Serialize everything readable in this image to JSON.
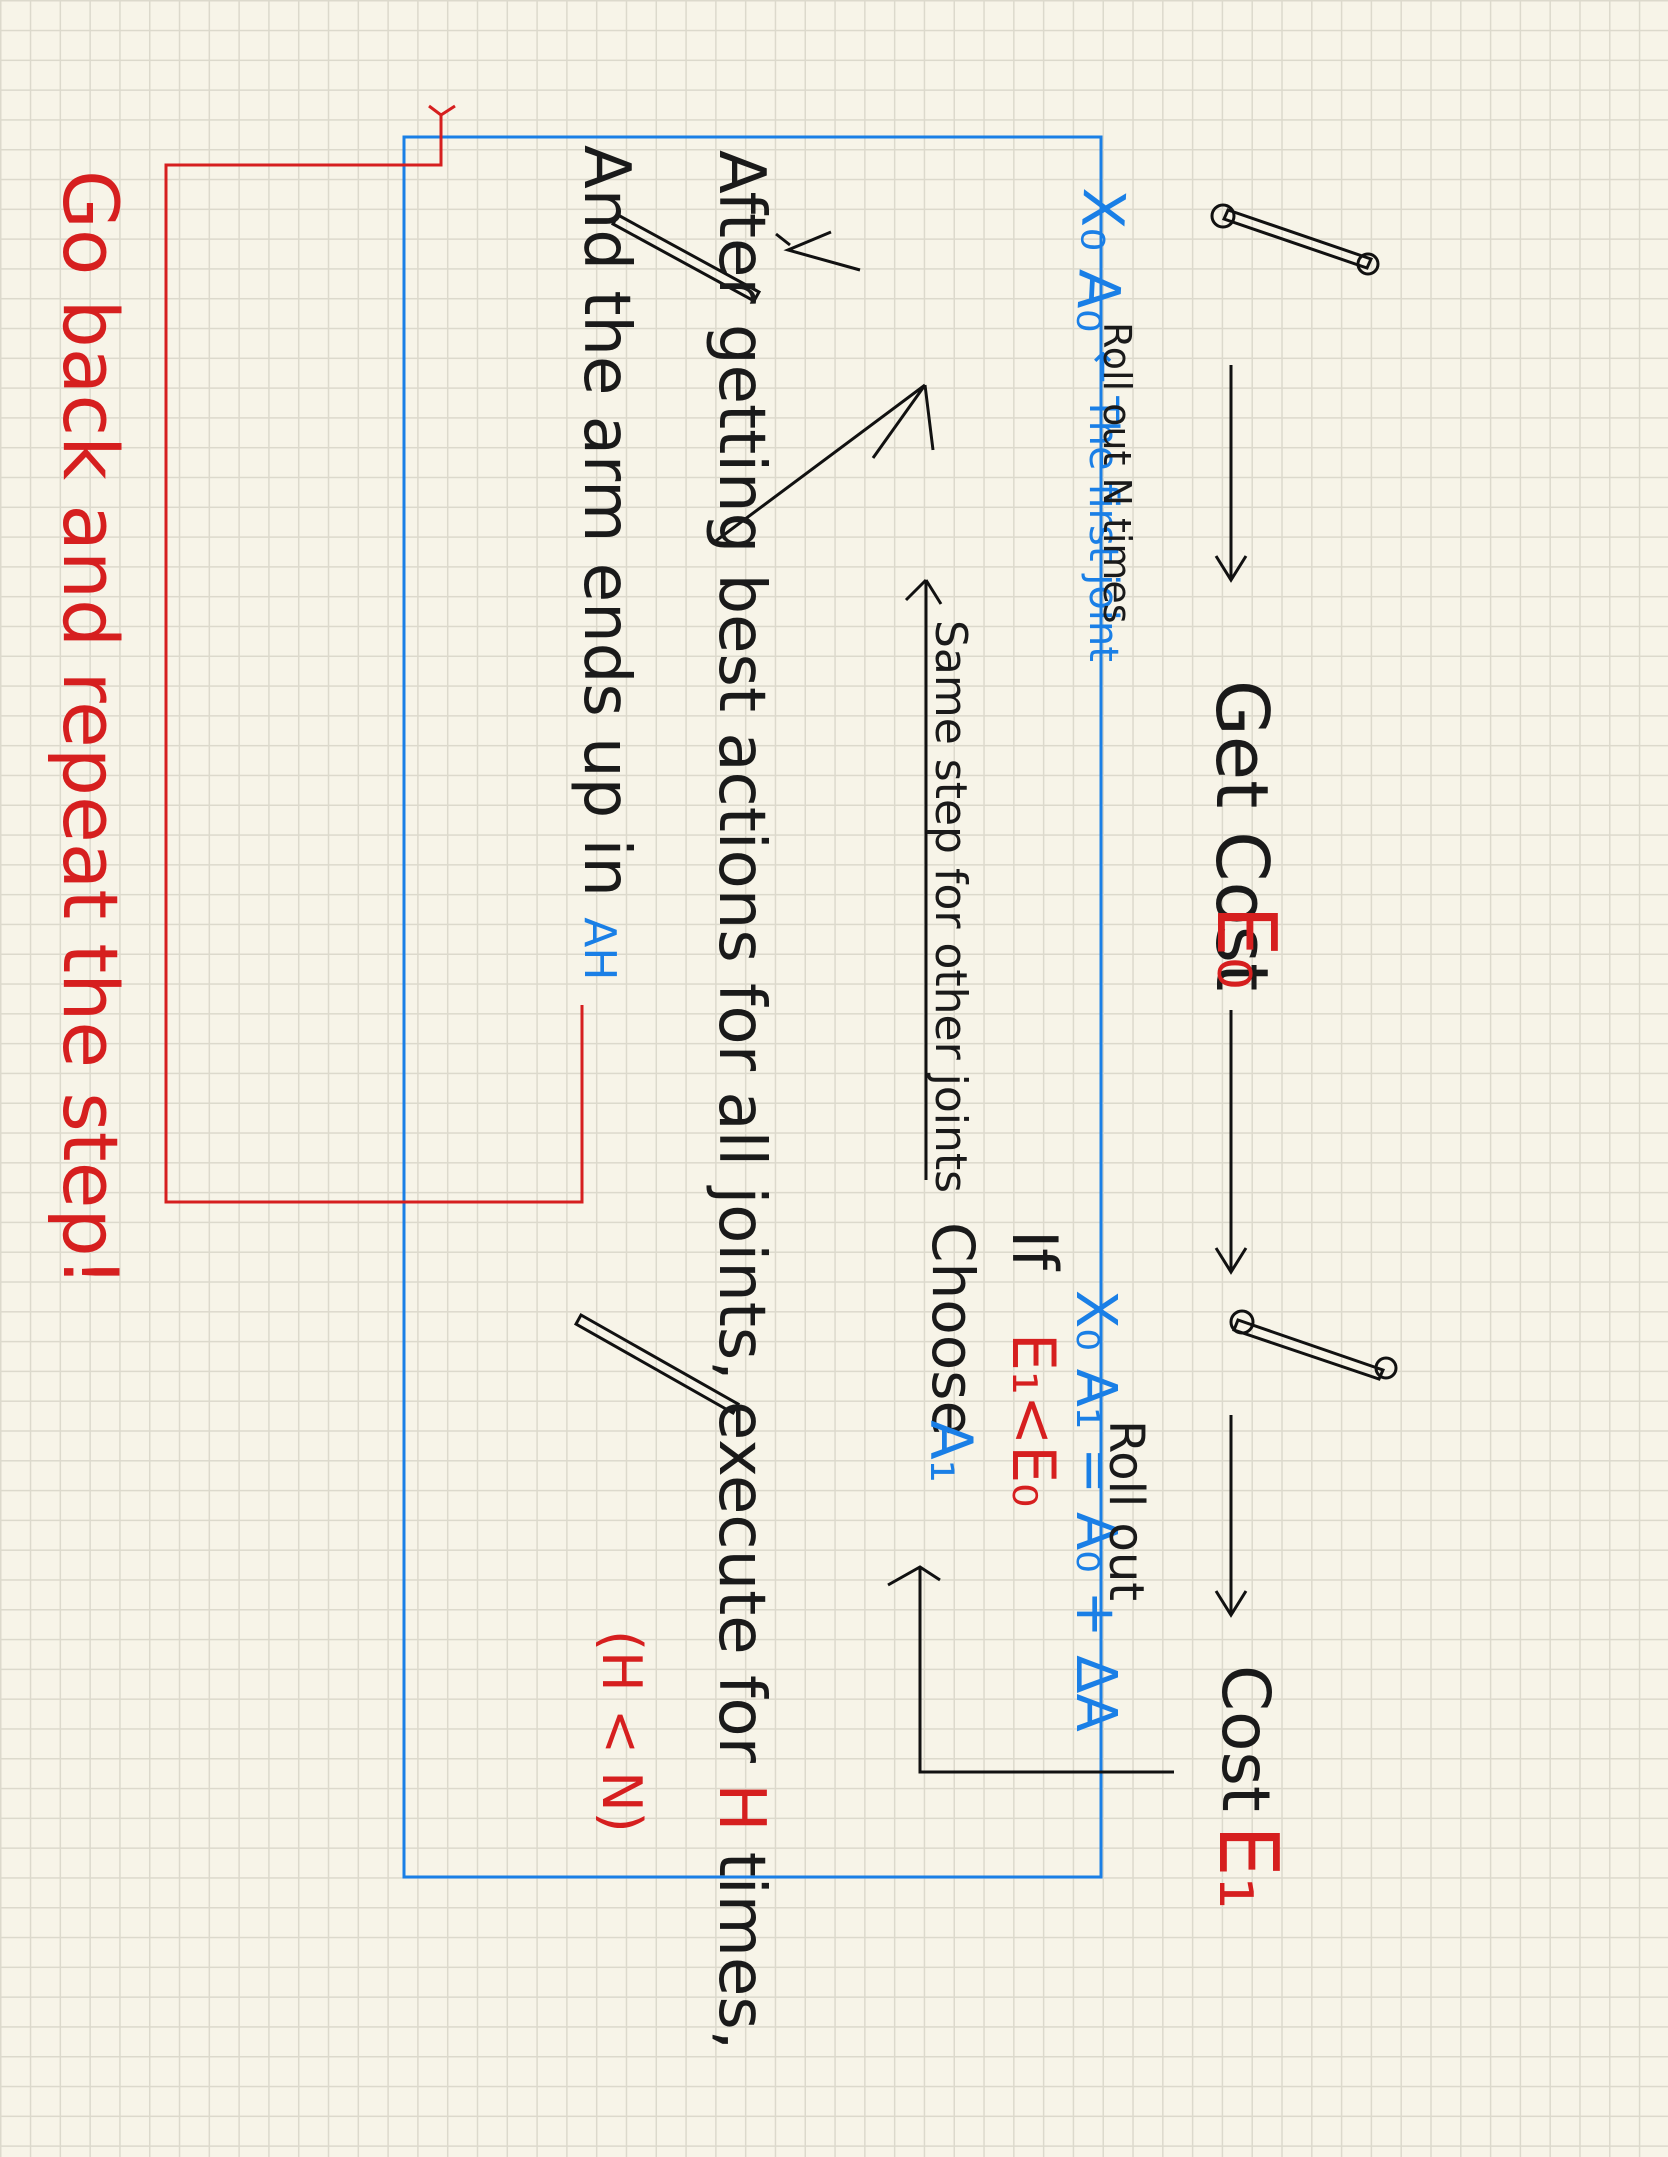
{
  "colors": {
    "ink": "#1a1a1a",
    "blue": "#1a7fe6",
    "red": "#d61f1f",
    "paper": "#f7f4e8",
    "grid": "#dcd9cc"
  },
  "top_left": {
    "state": "X₀ A₀",
    "note": "← The first joint"
  },
  "top_right": {
    "state": "X₀ A₁ = A₀ + ΔA"
  },
  "roll_n": "Roll out N times",
  "get_cost": "Get Cost",
  "e0": "E₀",
  "roll_out": "Roll out",
  "cost": "Cost",
  "e1": "E₁",
  "same_step": "Same step for other joints",
  "if_label": "If",
  "if_cond": "E₁<E₀",
  "choose": "Choose",
  "a1": "A₁",
  "line1": {
    "text": "After getting best actions for all joints, execute for",
    "h": "H",
    "times": "times,",
    "sub": "(H < N)"
  },
  "line2": {
    "text": "And the arm ends up in",
    "ah": "AH"
  },
  "go_back": "Go back and repeat the step!"
}
